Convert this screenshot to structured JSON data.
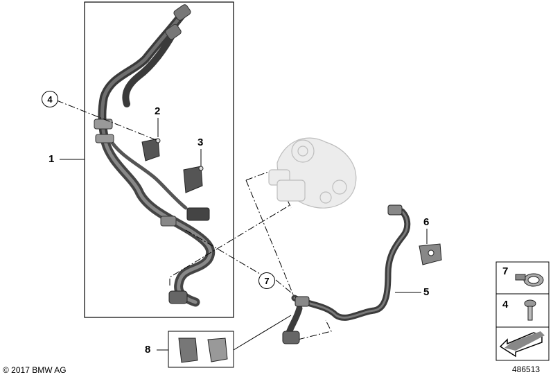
{
  "diagram": {
    "part_labels": {
      "p1": "1",
      "p2": "2",
      "p3": "3",
      "p5": "5",
      "p6": "6",
      "p8": "8"
    },
    "callouts": {
      "c4": "4",
      "c7": "7"
    },
    "legend": {
      "item_top": "7",
      "item_mid": "4"
    },
    "copyright": "© 2017 BMW AG",
    "image_number": "486513"
  }
}
